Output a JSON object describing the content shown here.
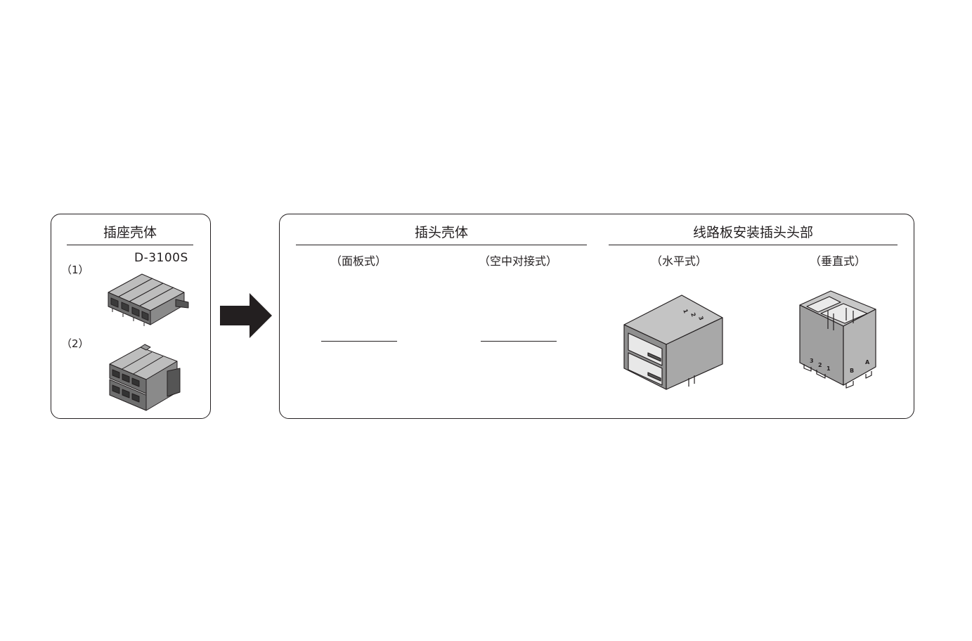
{
  "receptacle_panel": {
    "title": "插座壳体",
    "part_number": "D-3100S",
    "items": [
      {
        "label": "（1）",
        "icon": "receptacle-housing-single-row-icon"
      },
      {
        "label": "（2）",
        "icon": "receptacle-housing-double-row-icon"
      }
    ]
  },
  "arrow": {
    "icon": "right-arrow-icon"
  },
  "plug_panel": {
    "plug_housing": {
      "title": "插头壳体",
      "types": [
        {
          "label": "（面板式）",
          "icon": "blank-line"
        },
        {
          "label": "（空中对接式）",
          "icon": "blank-line"
        }
      ]
    },
    "pcb_header": {
      "title": "线路板安装插头头部",
      "types": [
        {
          "label": "（水平式）",
          "icon": "horizontal-header-icon",
          "markings": [
            "1",
            "2",
            "3"
          ]
        },
        {
          "label": "（垂直式）",
          "icon": "vertical-header-icon",
          "markings": [
            "3",
            "2",
            "1",
            "B",
            "A"
          ]
        }
      ]
    }
  }
}
